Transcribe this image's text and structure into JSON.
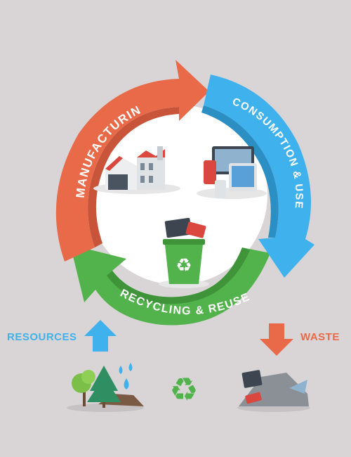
{
  "cycle": {
    "manufacturing": "MANUFACTURING",
    "consumption": "CONSUMPTION & USE",
    "recycling": "RECYCLING & REUSE"
  },
  "inputs": {
    "resources": "RESOURCES",
    "waste": "WASTE"
  },
  "colors": {
    "manufacturing": "#e96a48",
    "consumption": "#3fb2ee",
    "recycling": "#52b24c",
    "resources_text": "#3fb2ee",
    "waste_text": "#e96a48",
    "background": "#d9d5d6"
  },
  "icons": [
    "factory-icon",
    "devices-icon",
    "recycle-bin-icon",
    "resource-arrow-up-icon",
    "waste-arrow-down-icon",
    "nature-resources-icon",
    "recycle-symbol-icon",
    "waste-pile-icon"
  ]
}
